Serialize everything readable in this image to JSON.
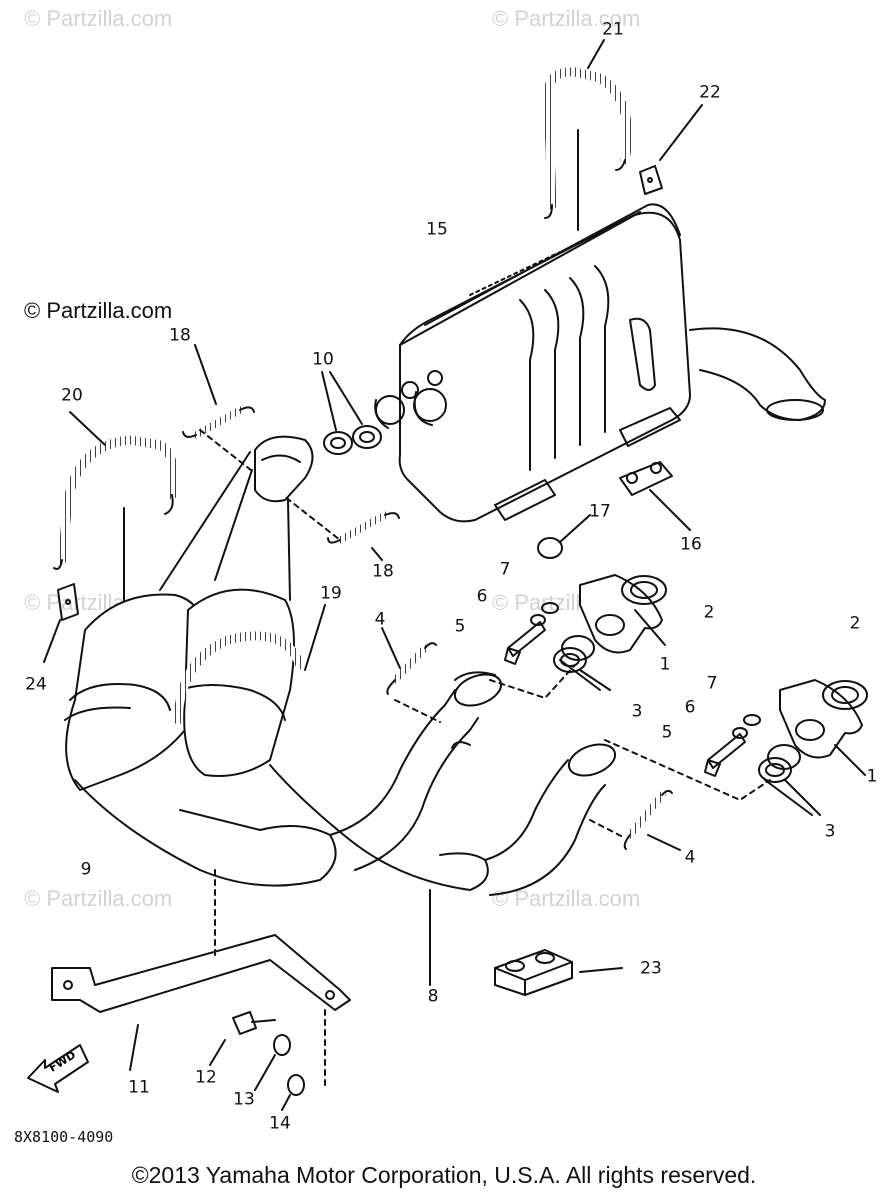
{
  "watermarks": {
    "text": "© Partzilla.com",
    "highlighted_text": "© Partzilla.com"
  },
  "diagram_code": "8X8100-4090",
  "copyright": "©2013 Yamaha Motor Corporation, U.S.A. All rights reserved.",
  "fwd_label": "FWD",
  "callouts": {
    "c1a": "1",
    "c1b": "1",
    "c2a": "2",
    "c2b": "2",
    "c3a": "3",
    "c3b": "3",
    "c4a": "4",
    "c4b": "4",
    "c5a": "5",
    "c5b": "5",
    "c6a": "6",
    "c6b": "6",
    "c7a": "7",
    "c7b": "7",
    "c8": "8",
    "c9": "9",
    "c10": "10",
    "c11": "11",
    "c12": "12",
    "c13": "13",
    "c14": "14",
    "c15": "15",
    "c16": "16",
    "c17": "17",
    "c18a": "18",
    "c18b": "18",
    "c19": "19",
    "c20": "20",
    "c21": "21",
    "c22": "22",
    "c23": "23",
    "c24": "24"
  }
}
